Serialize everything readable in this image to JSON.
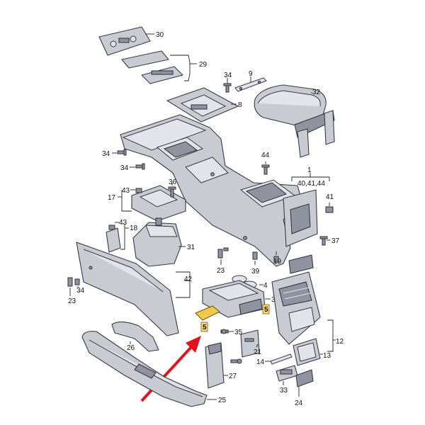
{
  "callouts": {
    "c30": "30",
    "c29": "29",
    "c34a": "34",
    "c9": "9",
    "c32": "32",
    "c8": "8",
    "c34b": "34",
    "c34c": "34",
    "c44": "44",
    "c1": "1",
    "c40": "40,41,44",
    "c17": "17",
    "c43a": "43",
    "c36": "36",
    "c41": "41",
    "c18": "18",
    "c43b": "43",
    "c31": "31",
    "c37": "37",
    "c23a": "23",
    "c39": "39",
    "c19": "19",
    "c42": "42",
    "c34d": "34",
    "c23b": "23",
    "c4": "4",
    "c3": "3",
    "c5a": "5",
    "c5b": "5",
    "c35": "35",
    "c26": "26",
    "c21": "21",
    "c12": "12",
    "c13": "13",
    "c14": "14",
    "c27": "27",
    "c33": "33",
    "c25": "25",
    "c24": "24"
  },
  "colors": {
    "highlight": "#f2c94c",
    "arrow": "#e0141e",
    "part_fill": "#c9cbd3",
    "line": "#222222"
  }
}
